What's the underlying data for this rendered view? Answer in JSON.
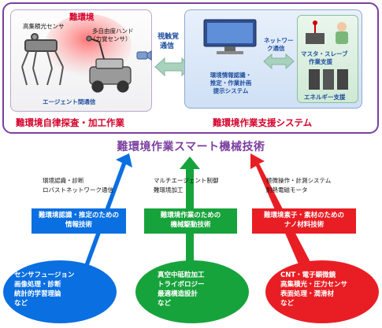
{
  "top": {
    "harsh_env_label": "難環境",
    "sensor_label": "高集積光センサ",
    "hand_label_line1": "多自由度ハンド",
    "hand_label_line2": "（力覚センサ）",
    "agent_comm_label": "エージェント間通信",
    "visual_tactile_line1": "視触覚",
    "visual_tactile_line2": "通信",
    "network_line1": "ネットワー",
    "network_line2": "ク通信",
    "env_system_lines": [
      "環境情報認識・",
      "推定・作業計画",
      "提示システム"
    ],
    "master_slave_line1": "マスタ・スレーブ",
    "master_slave_line2": "作業支援",
    "energy_support": "エネルギー支援",
    "left_caption": "難環境自律探査・加工作業",
    "right_caption": "難環境作業支援システム"
  },
  "main_title": "難環境作業スマート機械技術",
  "columns": [
    {
      "upper_line1": "環境認識・診断",
      "upper_line2": "ロバストネットワーク通信",
      "box_line1": "難環境認識・推定のための",
      "box_line2": "情報技術",
      "ellipse_lines": [
        "センサフュージョン",
        "画像処理・診断",
        "統計的学習理論",
        "など"
      ],
      "color": "#0a6fe0"
    },
    {
      "upper_line1": "マルチエージェント制御",
      "upper_line2": "難環境加工",
      "box_line1": "難環境作業のための",
      "box_line2": "機械駆動技術",
      "ellipse_lines": [
        "真空中砥粒加工",
        "トライボロジー",
        "最適構造設計",
        "など"
      ],
      "color": "#17a33b"
    },
    {
      "upper_line1": "極微操作・計測システム",
      "upper_line2": "耐熱電磁モータ",
      "box_line1": "難環境素子・素材のための",
      "box_line2": "ナノ材料技術",
      "ellipse_lines": [
        "CNT・電子顕微鏡",
        "高集積光・圧力センサ",
        "表面処理・潤滑材",
        "など"
      ],
      "color": "#e81e24"
    }
  ],
  "colors": {
    "frame": "#7b3fa0",
    "accent_red": "#d4002a",
    "accent_blue": "#1f4f9e",
    "double_arrow": "#9fc7b3"
  }
}
